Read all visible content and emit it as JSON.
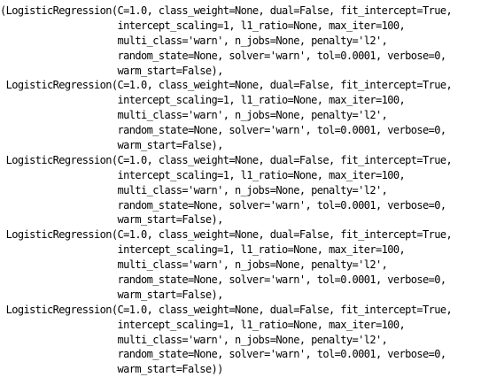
{
  "output": {
    "lines": [
      "(LogisticRegression(C=1.0, class_weight=None, dual=False, fit_intercept=True,",
      "                    intercept_scaling=1, l1_ratio=None, max_iter=100,",
      "                    multi_class='warn', n_jobs=None, penalty='l2',",
      "                    random_state=None, solver='warn', tol=0.0001, verbose=0,",
      "                    warm_start=False),",
      " LogisticRegression(C=1.0, class_weight=None, dual=False, fit_intercept=True,",
      "                    intercept_scaling=1, l1_ratio=None, max_iter=100,",
      "                    multi_class='warn', n_jobs=None, penalty='l2',",
      "                    random_state=None, solver='warn', tol=0.0001, verbose=0,",
      "                    warm_start=False),",
      " LogisticRegression(C=1.0, class_weight=None, dual=False, fit_intercept=True,",
      "                    intercept_scaling=1, l1_ratio=None, max_iter=100,",
      "                    multi_class='warn', n_jobs=None, penalty='l2',",
      "                    random_state=None, solver='warn', tol=0.0001, verbose=0,",
      "                    warm_start=False),",
      " LogisticRegression(C=1.0, class_weight=None, dual=False, fit_intercept=True,",
      "                    intercept_scaling=1, l1_ratio=None, max_iter=100,",
      "                    multi_class='warn', n_jobs=None, penalty='l2',",
      "                    random_state=None, solver='warn', tol=0.0001, verbose=0,",
      "                    warm_start=False),",
      " LogisticRegression(C=1.0, class_weight=None, dual=False, fit_intercept=True,",
      "                    intercept_scaling=1, l1_ratio=None, max_iter=100,",
      "                    multi_class='warn', n_jobs=None, penalty='l2',",
      "                    random_state=None, solver='warn', tol=0.0001, verbose=0,",
      "                    warm_start=False))"
    ]
  }
}
